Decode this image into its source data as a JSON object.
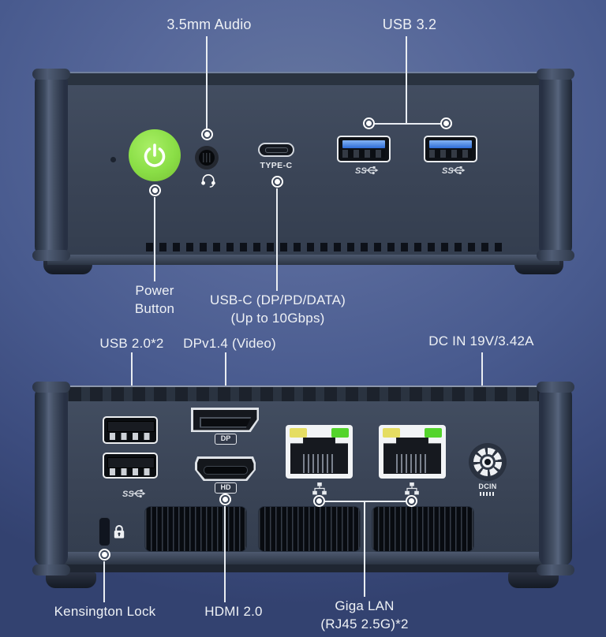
{
  "front_view": {
    "callouts": {
      "audio": "3.5mm Audio",
      "usb32": "USB 3.2",
      "power_line1": "Power",
      "power_line2": "Button",
      "usbc_line1": "USB-C (DP/PD/DATA)",
      "usbc_line2": "(Up to 10Gbps)"
    },
    "port_labels": {
      "typec": "TYPE-C"
    },
    "icons": {
      "power_button": "power-icon",
      "audio_jack": "headset-icon",
      "usb3_ports": "ss-usb-icon"
    }
  },
  "rear_view": {
    "callouts": {
      "usb2": "USB 2.0*2",
      "dp": "DPv1.4 (Video)",
      "dcin": "DC IN 19V/3.42A",
      "kensington": "Kensington Lock",
      "hdmi": "HDMI 2.0",
      "lan_line1": "Giga LAN",
      "lan_line2": "(RJ45 2.5G)*2"
    },
    "port_labels": {
      "dp_badge": "DP",
      "hdmi_badge": "HD",
      "dcin_badge": "DCIN"
    },
    "icons": {
      "usb2_ports": "ss-usb-icon",
      "lan_ports": "ethernet-icon",
      "kensington": "lock-icon"
    }
  },
  "colors": {
    "background_blue": "#4e5f8e",
    "case_navy": "#3c4759",
    "power_button_green": "#8ade46",
    "usb3_tongue_blue": "#3f7fe0",
    "lan_led_yellow": "#e5dd62",
    "lan_led_green": "#54d42c",
    "callout_white": "#e9edf2"
  }
}
